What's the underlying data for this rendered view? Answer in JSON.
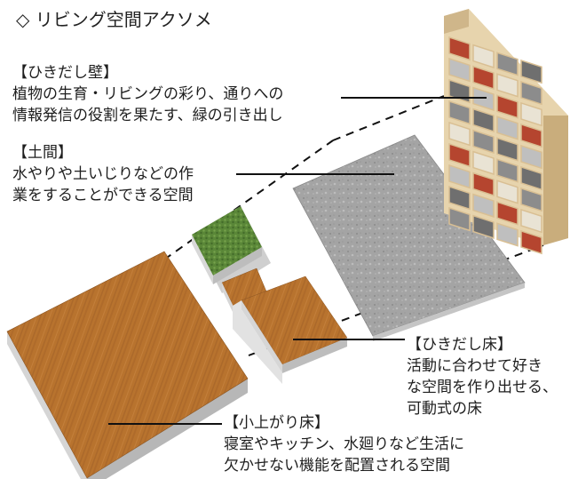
{
  "title": "◇ リビング空間アクソメ",
  "callouts": {
    "wall": {
      "heading": "【ひきだし壁】",
      "lines": [
        "植物の生育・リビングの彩り、通りへの",
        "情報発信の役割を果たす、緑の引き出し"
      ]
    },
    "doma": {
      "heading": "【土間】",
      "lines": [
        "水やりや土いじりなどの作",
        "業をすることができる空間"
      ]
    },
    "drawer_floor": {
      "heading": "【ひきだし床】",
      "lines": [
        "活動に合わせて好き",
        "な空間を作り出せる、",
        "可動式の床"
      ]
    },
    "raised_floor": {
      "heading": "【小上がり床】",
      "lines": [
        "寝室やキッチン、水廻りなど生活に",
        "欠かせない機能を配置される空間"
      ]
    }
  },
  "colors": {
    "wood": "#b8732e",
    "stone": "#a9a9a9",
    "grass": "#5c8a3a",
    "shelf_wood": "#d9bf93",
    "red_panel": "#b5452f"
  }
}
